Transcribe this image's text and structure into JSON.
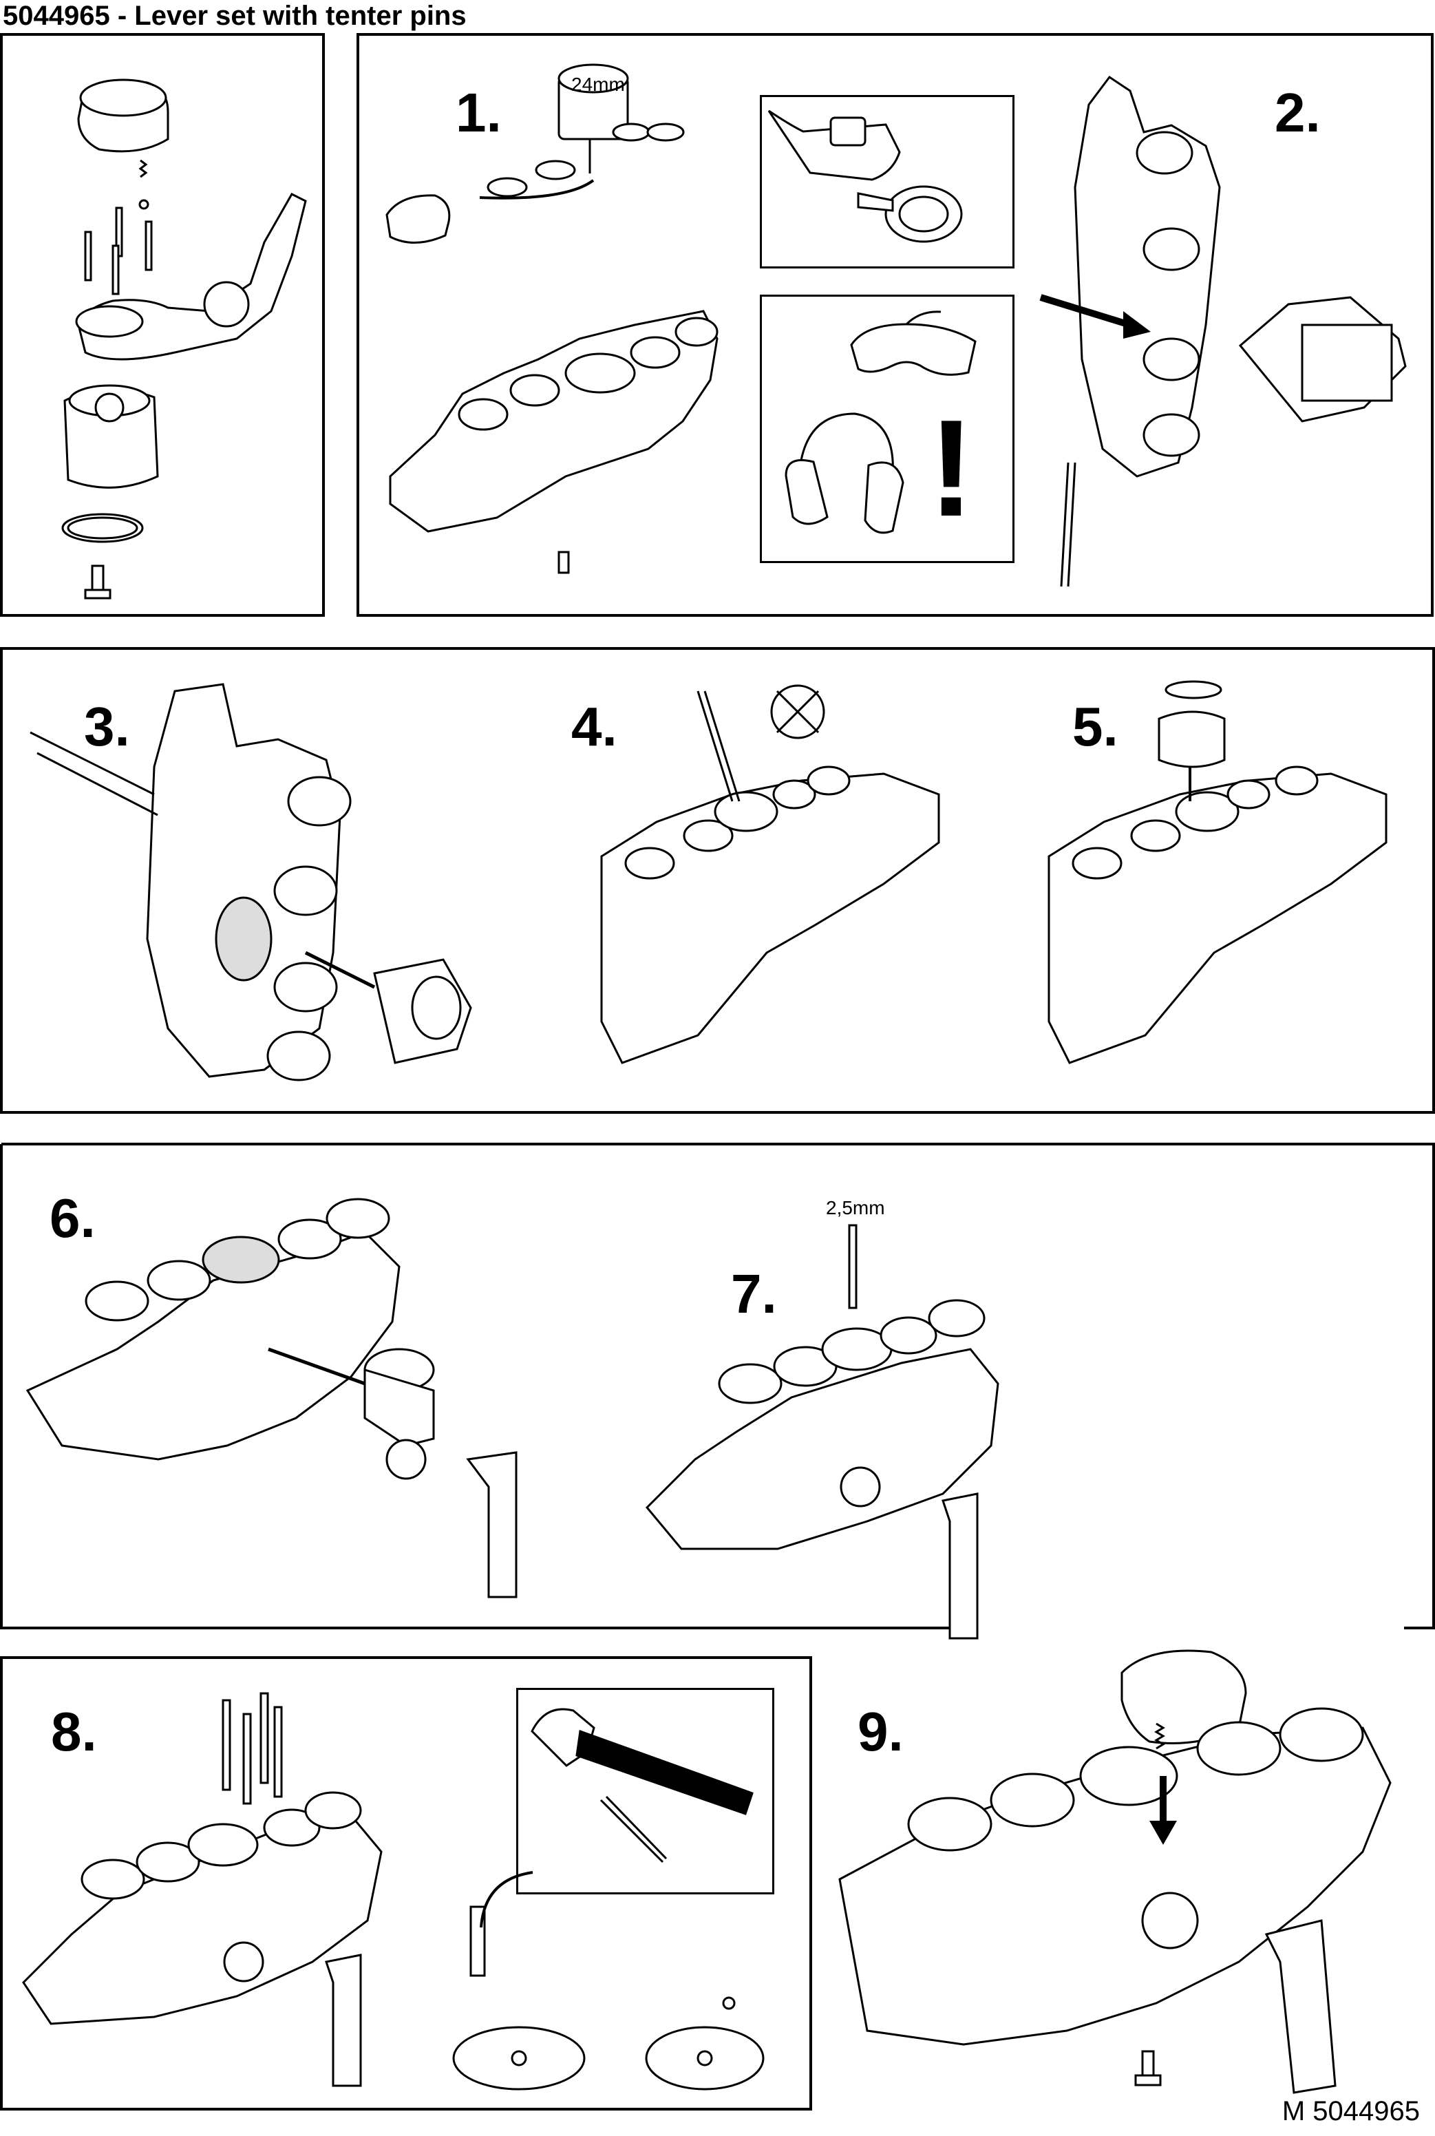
{
  "document": {
    "title": "5044965 - Lever set with tenter pins",
    "footer_code": "M 5044965"
  },
  "steps": [
    {
      "number": "1.",
      "label": "24mm"
    },
    {
      "number": "2."
    },
    {
      "number": "3."
    },
    {
      "number": "4."
    },
    {
      "number": "5."
    },
    {
      "number": "6."
    },
    {
      "number": "7.",
      "label": "2,5mm"
    },
    {
      "number": "8."
    },
    {
      "number": "9."
    }
  ],
  "warning": {
    "symbol": "!"
  },
  "icons": [
    "hammer-icon",
    "grinder-icon",
    "safety-glasses-icon",
    "ear-defenders-icon",
    "prohibited-icon"
  ]
}
